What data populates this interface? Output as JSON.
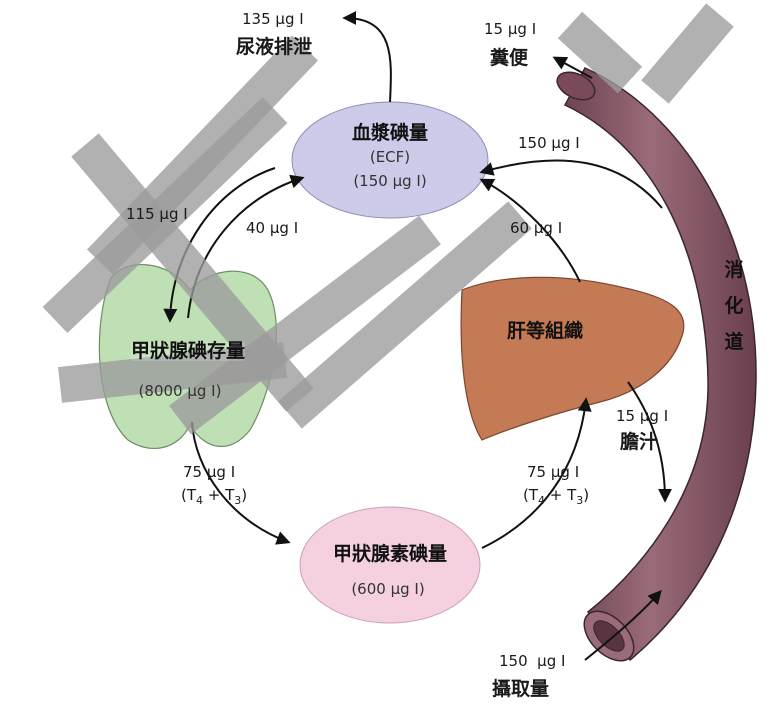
{
  "nodes": {
    "plasma": {
      "title": "血漿碘量",
      "sub1": "(ECF)",
      "sub2": "(150 µg I)"
    },
    "thyroid": {
      "title": "甲狀腺碘存量",
      "sub": "(8000 µg I)"
    },
    "hormone": {
      "title": "甲狀腺素碘量",
      "sub": "(600 µg I)"
    },
    "liver": {
      "title": "肝等組織"
    },
    "gut": {
      "label_chars": [
        "消",
        "化",
        "道"
      ]
    }
  },
  "flows": {
    "urine": {
      "amount": "135 µg I",
      "label": "尿液排泄"
    },
    "feces": {
      "amount": "15 µg I",
      "label": "糞便"
    },
    "gut_to_plasma": {
      "amount": "150 µg I"
    },
    "plasma_to_thyroid": {
      "amount": "115 µg I"
    },
    "thyroid_to_plasma": {
      "amount": "40 µg I"
    },
    "liver_to_plasma": {
      "amount": "60 µg I"
    },
    "bile": {
      "amount": "15 µg I",
      "label": "膽汁"
    },
    "thyroid_to_hormone": {
      "amount": "75 µg I",
      "formula": {
        "open": "(T",
        "s1": "4",
        "plus": " + T",
        "s2": "3",
        "close": ")"
      }
    },
    "hormone_to_liver": {
      "amount": "75 µg I",
      "formula": {
        "open": "(T",
        "s1": "4",
        "plus": " + T",
        "s2": "3",
        "close": ")"
      }
    },
    "intake": {
      "amount": "150  µg I",
      "label": "攝取量"
    }
  },
  "colors": {
    "plasma": "#ccccea",
    "thyroid": "#bfe0b4",
    "hormone": "#f5d0e0",
    "liver": "#c47a55",
    "gut": "#8a5a68",
    "watermark": "#9b9b9b"
  }
}
